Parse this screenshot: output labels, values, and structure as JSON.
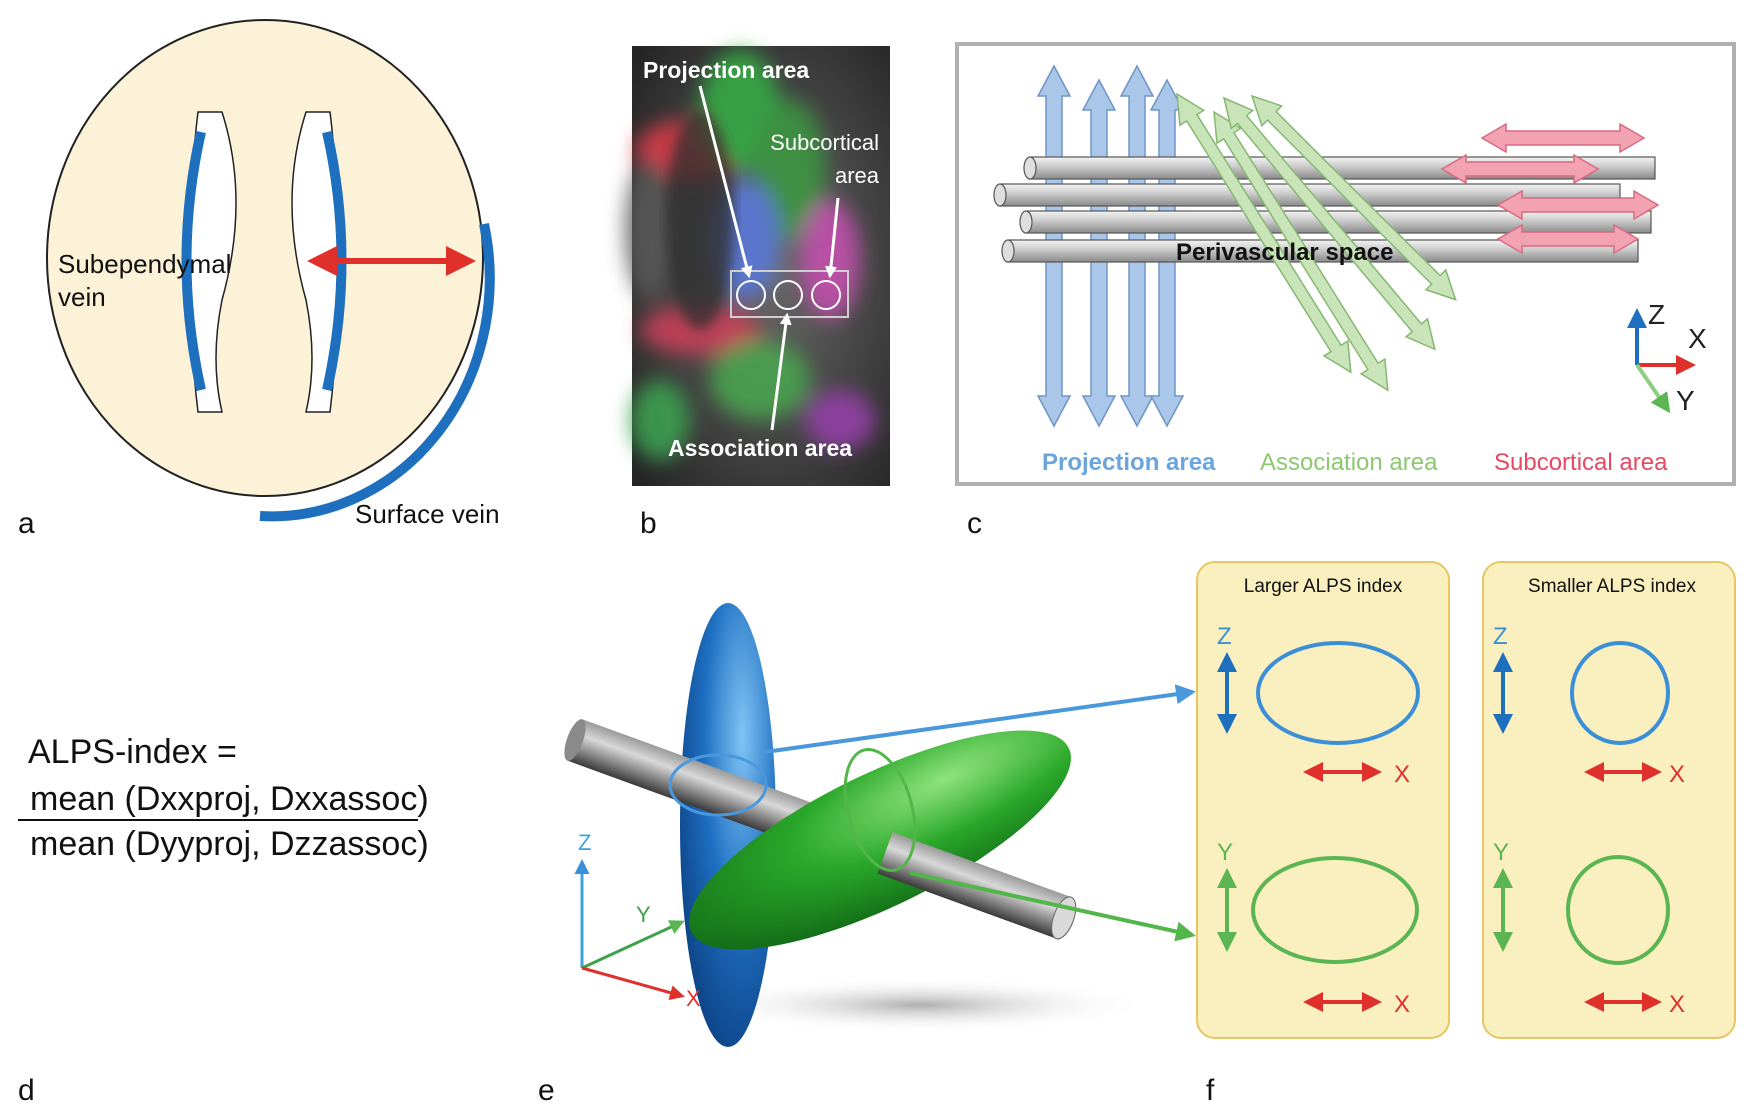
{
  "panel_labels": {
    "a": "a",
    "b": "b",
    "c": "c",
    "d": "d",
    "e": "e",
    "f": "f"
  },
  "panel_a": {
    "subependymal_line1": "Subependymal",
    "subependymal_line2": "vein",
    "surface_vein": "Surface vein"
  },
  "panel_b": {
    "projection_area": "Projection area",
    "subcortical_line1": "Subcortical",
    "subcortical_line2": "area",
    "association_area": "Association area"
  },
  "panel_c": {
    "perivascular_space": "Perivascular space",
    "projection_area": "Projection area",
    "association_area": "Association area",
    "subcortical_area": "Subcortical area",
    "axis_z": "Z",
    "axis_x": "X",
    "axis_y": "Y"
  },
  "panel_d": {
    "formula_lhs": "ALPS-index =",
    "numerator": "mean (Dxxproj, Dxxassoc)",
    "denominator": "mean (Dyyproj, Dzzassoc)"
  },
  "panel_e": {
    "axis_z": "Z",
    "axis_y": "Y",
    "axis_x": "X"
  },
  "panel_f": {
    "larger_title": "Larger ALPS index",
    "smaller_title": "Smaller ALPS index",
    "axis_z": "Z",
    "axis_y": "Y",
    "axis_x": "X"
  },
  "colors": {
    "blue": "#3b8fd6",
    "green": "#5ab552",
    "red": "#e0302b",
    "pink": "#e8697f",
    "vein_blue": "#1f6fbf",
    "brain_fill": "#fbf2d8",
    "card_fill": "#faefbf",
    "card_border": "#e5c764"
  }
}
